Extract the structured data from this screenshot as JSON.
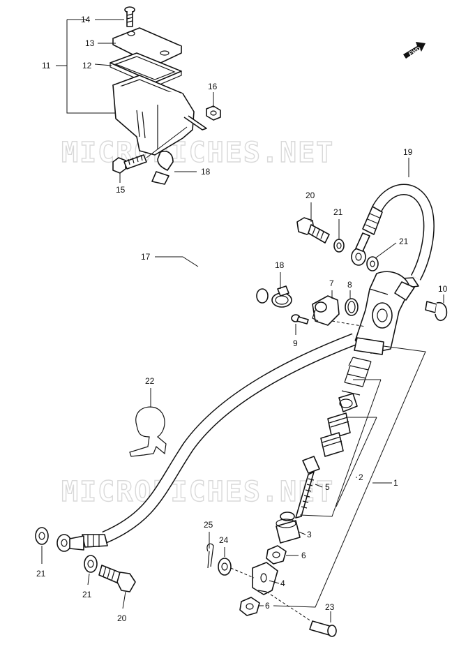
{
  "watermark": "MICROFICHES.NET",
  "fwd_label": "FWD",
  "callouts": [
    "1",
    "2",
    "3",
    "4",
    "5",
    "6",
    "7",
    "8",
    "9",
    "10",
    "11",
    "12",
    "13",
    "14",
    "15",
    "16",
    "17",
    "18",
    "19",
    "20",
    "21",
    "22",
    "23",
    "24",
    "25"
  ],
  "labels": {
    "c14": "14",
    "c13": "13",
    "c12": "12",
    "c11": "11",
    "c16": "16",
    "c15": "15",
    "c18a": "18",
    "c17": "17",
    "c18b": "18",
    "c19": "19",
    "c20a": "20",
    "c21a": "21",
    "c21b": "21",
    "c7": "7",
    "c8": "8",
    "c10": "10",
    "c9": "9",
    "c22": "22",
    "c2": "2",
    "c1": "1",
    "c5": "5",
    "c3": "3",
    "c25": "25",
    "c24": "24",
    "c6a": "6",
    "c4": "4",
    "c6b": "6",
    "c23": "23",
    "c21c": "21",
    "c21d": "21",
    "c20b": "20"
  }
}
